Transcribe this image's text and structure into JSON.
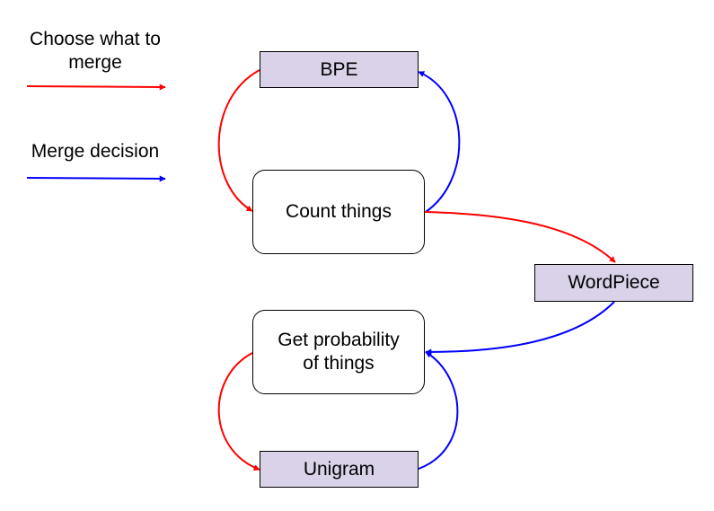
{
  "legend": {
    "choose_label": "Choose what to merge",
    "decision_label": "Merge decision"
  },
  "nodes": {
    "bpe": "BPE",
    "count": "Count things",
    "wordpiece": "WordPiece",
    "probability": "Get probability of things",
    "unigram": "Unigram"
  },
  "colors": {
    "choose_arrow": "#ff0000",
    "decision_arrow": "#0000ff",
    "method_box_fill": "#d9d2e9",
    "step_box_fill": "#ffffff"
  }
}
